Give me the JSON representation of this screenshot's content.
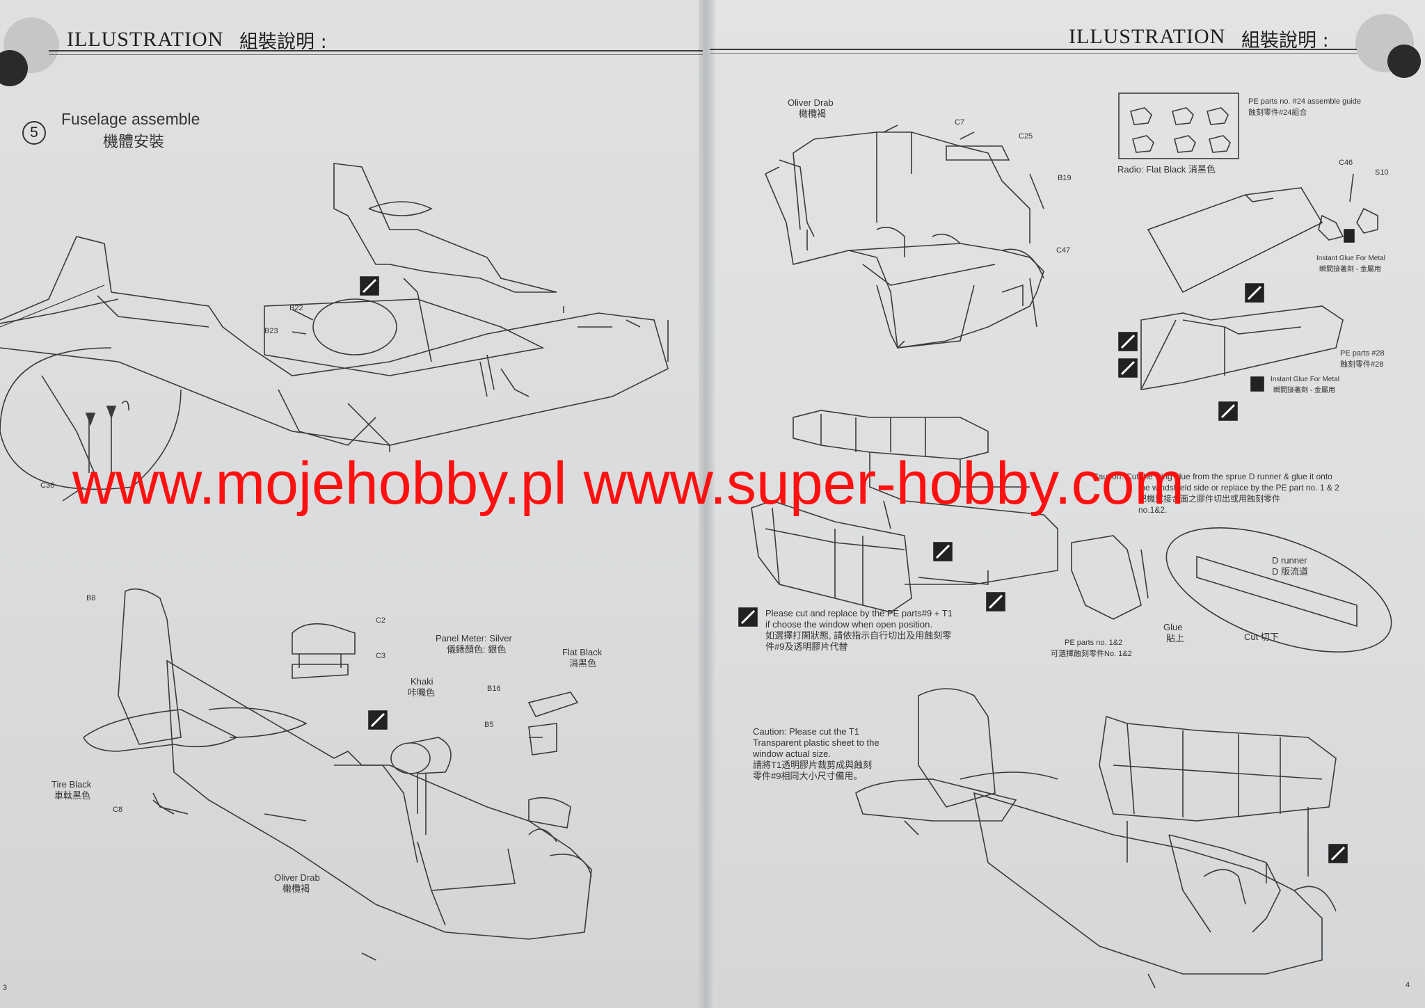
{
  "header": {
    "left_title": "ILLUSTRATION",
    "left_cjk": "組裝說明 :",
    "right_title": "ILLUSTRATION",
    "right_cjk": "組裝說明 :"
  },
  "step": {
    "number": "5",
    "title": "Fuselage assemble",
    "title_cjk": "機體安裝"
  },
  "left_labels": {
    "b22": "B22",
    "b23": "B23",
    "c36": "C36",
    "b8": "B8",
    "c2": "C2",
    "c3": "C3",
    "panel_meter": "Panel Meter: Silver",
    "panel_meter_cjk": "儀錶顏色: 銀色",
    "flat_black": "Flat Black",
    "flat_black_cjk": "消黑色",
    "khaki": "Khaki",
    "khaki_cjk": "咔嘰色",
    "b16": "B16",
    "b5": "B5",
    "tire_black": "Tire Black",
    "tire_black_cjk": "車軚黑色",
    "c8": "C8",
    "oliver_drab": "Oliver Drab",
    "oliver_drab_cjk": "橄欖褐"
  },
  "right_labels": {
    "oliver_drab": "Oliver Drab",
    "oliver_drab_cjk": "橄欖褐",
    "c7": "C7",
    "c25": "C25",
    "b19": "B19",
    "c47": "C47",
    "pe24_line1": "PE parts no. #24 assemble guide",
    "pe24_line2": "蝕刻零件#24組合",
    "radio": "Radio: Flat Black 消黑色",
    "c46": "C46",
    "s10": "S10",
    "glue_metal_1": "Instant Glue For Metal",
    "glue_metal_1_cjk": "瞬間接著劑 - 金屬用",
    "pe28_line1": "PE parts #28",
    "pe28_line2": "蝕刻零件#28",
    "glue_metal_2": "Instant Glue For Metal",
    "glue_metal_2_cjk": "瞬間接著劑 - 金屬用",
    "caution1_l1": "Caution: Cut the wing glue from the sprue D runner & glue it onto",
    "caution1_l2": "the windshield side or replace by the PE part no. 1 & 2",
    "caution1_l3": "把機翼接合面之膠件切出或用蝕刻零件",
    "caution1_l4": "no.1&2.",
    "d_runner": "D runner",
    "d_runner_cjk": "D 版流道",
    "cut": "Cut 切下",
    "pe9_l1": "Please cut and replace by the PE parts#9 + T1",
    "pe9_l2": "if choose the window when open position.",
    "pe9_l3": "如選擇打開狀態, 請依指示自行切出及用蝕刻零",
    "pe9_l4": "件#9及透明膠片代替",
    "pe12_l1": "PE parts no. 1&2",
    "pe12_l2": "可選擇蝕刻零件No. 1&2",
    "glue": "Glue",
    "glue_cjk": "貼上",
    "caution2_l1": "Caution: Please cut the T1",
    "caution2_l2": "Transparent plastic sheet to the",
    "caution2_l3": "window actual size.",
    "caution2_l4": "請將T1透明膠片裁剪成與蝕刻",
    "caution2_l5": "零件#9相同大小尺寸備用。"
  },
  "watermark": "www.mojehobby.pl www.super-hobby.com",
  "page_numbers": {
    "left": "3",
    "right": "4"
  }
}
